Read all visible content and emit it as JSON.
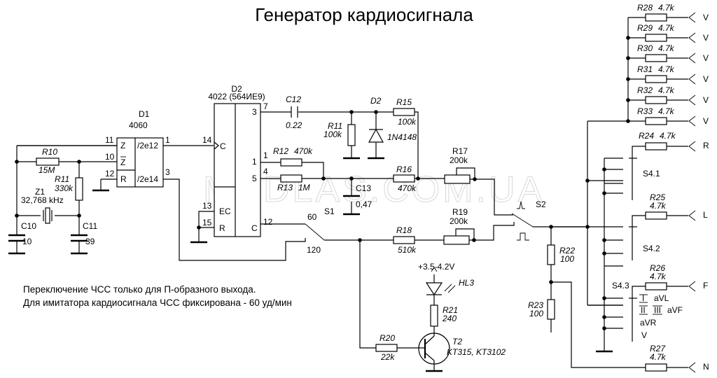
{
  "title": "Генератор кардиосигнала",
  "watermark": "MEDLAS.COM.UA",
  "notes": [
    "Переключение ЧСС только для П-образного выхода.",
    "Для имитатора кардиосигнала ЧСС фиксирована - 60 уд/мин"
  ],
  "d1": {
    "ref": "D1",
    "part": "4060",
    "pins": {
      "p11": "11",
      "p10": "10",
      "p12": "12",
      "p1": "1",
      "p3": "3"
    },
    "labels": {
      "z": "Z",
      "zbar": "Z",
      "r": "R",
      "o12": "/2e12",
      "o14": "/2e14"
    }
  },
  "d2": {
    "ref": "D2",
    "part": "4022 (564ИЕ9)",
    "pins": {
      "p14": "14",
      "p13": "13",
      "p15": "15",
      "p7": "7",
      "p1": "1",
      "p4": "4",
      "p12": "12"
    },
    "labels": {
      "c": "C",
      "ec": "EC",
      "r": "R",
      "q3": "3",
      "q1": "1",
      "q5": "5",
      "co": "C"
    }
  },
  "components": {
    "R10": {
      "ref": "R10",
      "value": "15M"
    },
    "R11a": {
      "ref": "R11",
      "value": "330k"
    },
    "Z1": {
      "ref": "Z1",
      "value": "32,768 kHz"
    },
    "C10": {
      "ref": "C10",
      "value": "10"
    },
    "C11": {
      "ref": "C11",
      "value": "39"
    },
    "C12": {
      "ref": "C12",
      "value": "0.22"
    },
    "R11b": {
      "ref": "R11",
      "value": "100k"
    },
    "D2d": {
      "ref": "D2",
      "value": "1N4148"
    },
    "R15": {
      "ref": "R15",
      "value": "100k"
    },
    "R12": {
      "ref": "R12",
      "value": "470k"
    },
    "R13": {
      "ref": "R13",
      "value": "1M"
    },
    "C13": {
      "ref": "C13",
      "value": "0,47"
    },
    "R16": {
      "ref": "R16",
      "value": "470k"
    },
    "R17": {
      "ref": "R17",
      "value": "200k"
    },
    "R18": {
      "ref": "R18",
      "value": "510k"
    },
    "R19": {
      "ref": "R19",
      "value": "200k"
    },
    "R20": {
      "ref": "R20",
      "value": "22k"
    },
    "R21": {
      "ref": "R21",
      "value": "240"
    },
    "R22": {
      "ref": "R22",
      "value": "100"
    },
    "R23": {
      "ref": "R23",
      "value": "100"
    },
    "HL3": {
      "ref": "HL3"
    },
    "T2": {
      "ref": "T2",
      "value": "KT315, KT3102"
    },
    "supply": "+3.5-4.2V",
    "S1": {
      "ref": "S1",
      "pos_a": "60",
      "pos_b": "120"
    },
    "S2": {
      "ref": "S2"
    },
    "S41": {
      "ref": "S4.1"
    },
    "S42": {
      "ref": "S4.2"
    },
    "S43": {
      "ref": "S4.3"
    },
    "R24": {
      "ref": "R24",
      "value": "4.7k"
    },
    "R25": {
      "ref": "R25",
      "value": "4.7k"
    },
    "R26": {
      "ref": "R26",
      "value": "4.7k"
    },
    "R27": {
      "ref": "R27",
      "value": "4.7k"
    }
  },
  "v_resistors": [
    {
      "ref": "R28",
      "value": "4.7k",
      "out": "V"
    },
    {
      "ref": "R29",
      "value": "4.7k",
      "out": "V"
    },
    {
      "ref": "R30",
      "value": "4.7k",
      "out": "V"
    },
    {
      "ref": "R31",
      "value": "4.7k",
      "out": "V"
    },
    {
      "ref": "R32",
      "value": "4.7k",
      "out": "V"
    },
    {
      "ref": "R33",
      "value": "4.7k",
      "out": "V"
    }
  ],
  "outputs": {
    "r": "R",
    "l": "L",
    "f": "F",
    "n": "N"
  },
  "lead_labels": {
    "l1": "I",
    "avl": "aVL",
    "l2": "II",
    "l3": "III",
    "avf": "aVF",
    "avr": "aVR",
    "v": "V"
  }
}
